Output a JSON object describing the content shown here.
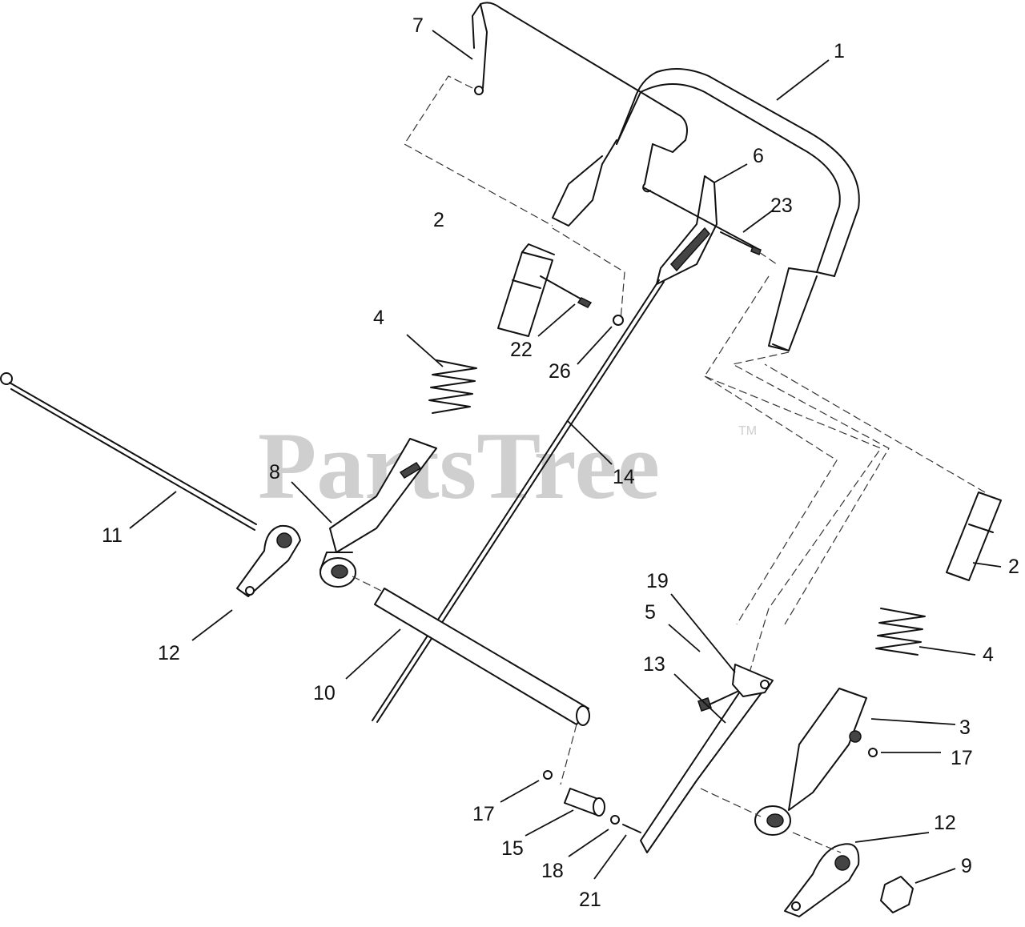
{
  "watermark": {
    "text": "PartsTree",
    "trademark": "TM"
  },
  "callouts": [
    {
      "id": "c1",
      "label": "1"
    },
    {
      "id": "c2a",
      "label": "2"
    },
    {
      "id": "c2b",
      "label": "2"
    },
    {
      "id": "c3",
      "label": "3"
    },
    {
      "id": "c4a",
      "label": "4"
    },
    {
      "id": "c4b",
      "label": "4"
    },
    {
      "id": "c5",
      "label": "5"
    },
    {
      "id": "c6",
      "label": "6"
    },
    {
      "id": "c7",
      "label": "7"
    },
    {
      "id": "c8",
      "label": "8"
    },
    {
      "id": "c9",
      "label": "9"
    },
    {
      "id": "c10",
      "label": "10"
    },
    {
      "id": "c11",
      "label": "11"
    },
    {
      "id": "c12a",
      "label": "12"
    },
    {
      "id": "c12b",
      "label": "12"
    },
    {
      "id": "c13",
      "label": "13"
    },
    {
      "id": "c14",
      "label": "14"
    },
    {
      "id": "c15",
      "label": "15"
    },
    {
      "id": "c17a",
      "label": "17"
    },
    {
      "id": "c17b",
      "label": "17"
    },
    {
      "id": "c18",
      "label": "18"
    },
    {
      "id": "c19",
      "label": "19"
    },
    {
      "id": "c21",
      "label": "21"
    },
    {
      "id": "c22",
      "label": "22"
    },
    {
      "id": "c23",
      "label": "23"
    },
    {
      "id": "c26",
      "label": "26"
    }
  ]
}
